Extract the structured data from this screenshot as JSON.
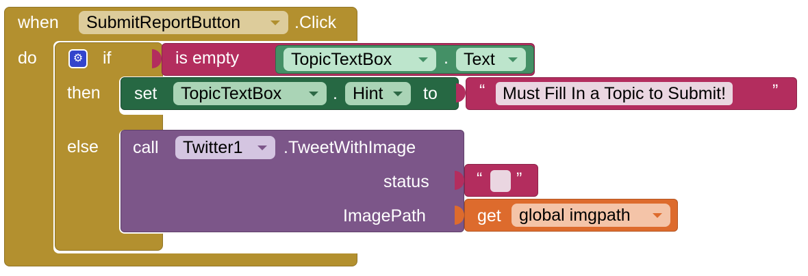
{
  "event": {
    "when": "when",
    "component": "SubmitReportButton",
    "event_name": ".Click",
    "do": "do"
  },
  "if_block": {
    "if": "if",
    "then": "then",
    "else": "else",
    "condition": {
      "label": "is empty",
      "component": "TopicTextBox",
      "dot": ".",
      "property": "Text"
    }
  },
  "set_block": {
    "set": "set",
    "component": "TopicTextBox",
    "dot": ".",
    "property": "Hint",
    "to": "to",
    "value": "Must Fill In a Topic to Submit!"
  },
  "call_block": {
    "call": "call",
    "component": "Twitter1",
    "method": ".TweetWithImage",
    "arg1_label": "status",
    "arg1_value": "",
    "arg2_label": "ImagePath",
    "get": "get",
    "variable": "global imgpath"
  },
  "quote_open": "“",
  "quote_close": "”",
  "colors": {
    "event": "#b3902f",
    "control": "#b3902f",
    "text": "#b32d5e",
    "component_get": "#449066",
    "component_set": "#266843",
    "method_call": "#7c5689",
    "variable": "#dd6b2d"
  }
}
